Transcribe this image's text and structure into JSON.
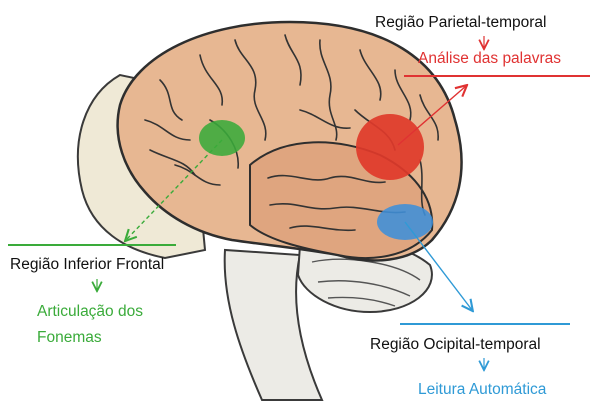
{
  "regions": [
    {
      "id": "parietal-temporal",
      "region_label": "Região Parietal-temporal",
      "function_label": "Análise das palavras",
      "color": "#e03a2a"
    },
    {
      "id": "inferior-frontal",
      "region_label": "Região Inferior Frontal",
      "function_label_line1": "Articulação dos",
      "function_label_line2": "Fonemas",
      "color": "#3aab3a"
    },
    {
      "id": "occipital-temporal",
      "region_label": "Região Ocipital-temporal",
      "function_label": "Leitura Automática",
      "color": "#3f8fd9"
    }
  ],
  "icons": {
    "brain": "brain-illustration",
    "arrow": "arrow-icon"
  }
}
